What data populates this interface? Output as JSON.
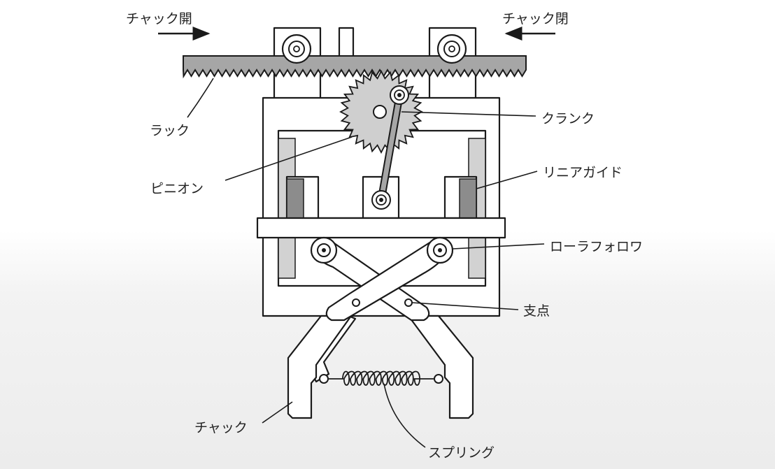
{
  "diagram": {
    "labels": {
      "chuck_open": "チャック開",
      "chuck_close": "チャック閉",
      "rack": "ラック",
      "crank": "クランク",
      "pinion": "ピニオン",
      "linear_guide": "リニアガイド",
      "roller_follower": "ローラフォロワ",
      "fulcrum": "支点",
      "chuck": "チャック",
      "spring": "スプリング"
    },
    "colors": {
      "gray_part": "#a6a6a6",
      "guide_dark": "#8c8c8c",
      "guide_light": "#d2d2d2",
      "line": "#1a1a1a"
    }
  }
}
